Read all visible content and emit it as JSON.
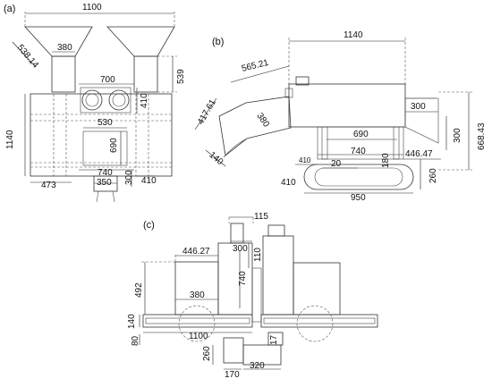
{
  "panels": {
    "a": "(a)",
    "b": "(b)",
    "c": "(c)"
  },
  "dims_a": {
    "d1100": "1100",
    "d538": "538.14",
    "d380": "380",
    "d539": "539",
    "d700": "700",
    "d410top": "410",
    "d530": "530",
    "d690": "690",
    "d1140": "1140",
    "d740": "740",
    "d300": "300",
    "d350": "350",
    "d473": "473",
    "d410bot": "410"
  },
  "dims_b": {
    "d1140": "1140",
    "d565": "565.21",
    "d417": "417.61",
    "d380": "380",
    "d140": "140",
    "d300top": "300",
    "d668": "668.43",
    "d300side": "300",
    "d690": "690",
    "d740": "740",
    "d446": "446.47",
    "d410small": "410",
    "d20": "20",
    "d180": "180",
    "d260": "260",
    "d410": "410",
    "d950": "950"
  },
  "dims_c": {
    "d115": "115",
    "d300": "300",
    "d110": "110",
    "d446": "446.27",
    "d492": "492",
    "d740": "740",
    "d380": "380",
    "d140": "140",
    "d1100": "1100",
    "d80": "80",
    "d17": "17",
    "d260": "260",
    "d170": "170",
    "d320": "320"
  }
}
